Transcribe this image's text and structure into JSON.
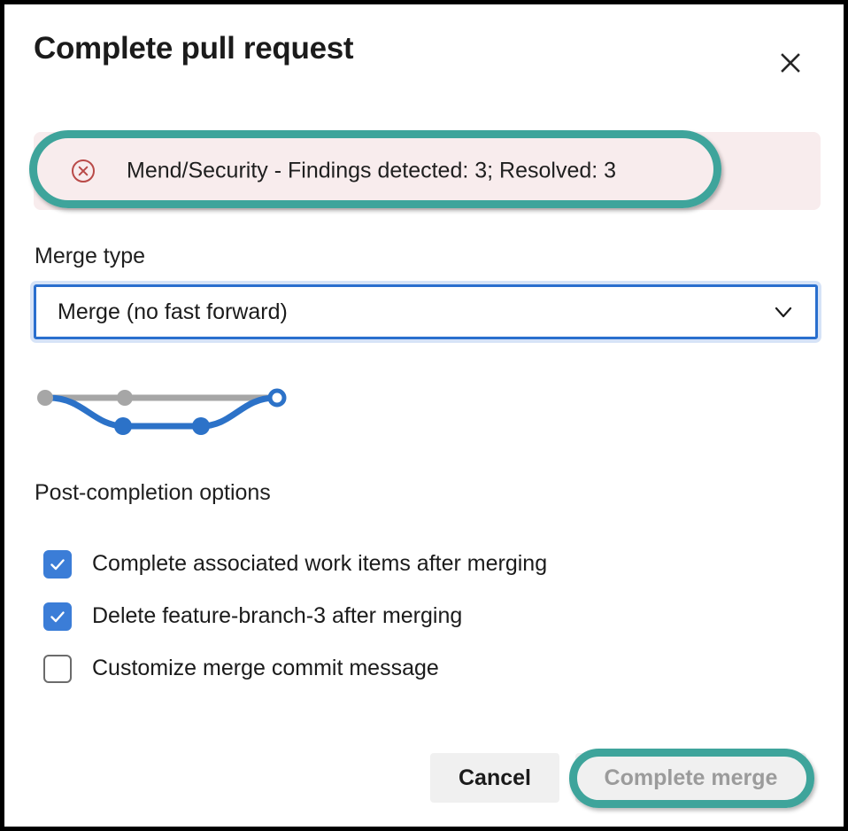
{
  "dialog": {
    "title": "Complete pull request",
    "close_icon": "close-icon"
  },
  "alert": {
    "icon": "error-circle-x-icon",
    "text": "Mend/Security - Findings detected: 3; Resolved: 3",
    "background_color": "#f8eced",
    "icon_color": "#b94a48"
  },
  "annotations": {
    "ring_color": "#3ea49b",
    "alert_ring_name": "highlight-ellipse-alert",
    "button_ring_name": "highlight-pill-complete-merge"
  },
  "merge_type": {
    "label": "Merge type",
    "value": "Merge (no fast forward)",
    "chevron_icon": "chevron-down-icon",
    "focus_border_color": "#2a6fce",
    "options": [
      "Merge (no fast forward)"
    ]
  },
  "merge_graph": {
    "name": "merge-graph-diagram",
    "base_color": "#a6a6a6",
    "branch_color": "#2c72c8"
  },
  "post_completion": {
    "title": "Post-completion options",
    "options": [
      {
        "label": "Complete associated work items after merging",
        "checked": true
      },
      {
        "label": "Delete feature-branch-3 after merging",
        "checked": true
      },
      {
        "label": "Customize merge commit message",
        "checked": false
      }
    ]
  },
  "footer": {
    "cancel_label": "Cancel",
    "complete_label": "Complete merge",
    "complete_disabled": true
  }
}
